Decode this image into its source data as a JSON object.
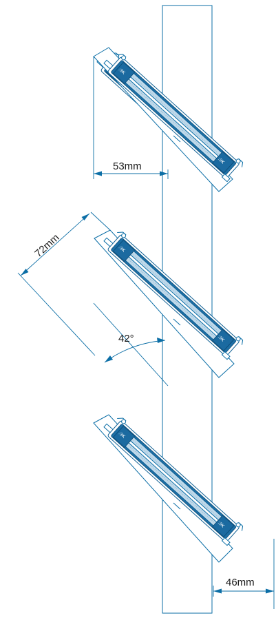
{
  "dimensions": {
    "upper_offset": "53mm",
    "middle_depth": "72mm",
    "tilt_angle": "42°",
    "lower_offset": "46mm"
  },
  "colors": {
    "line": "#0b6ea6",
    "panel_fill": "#1d6fa5",
    "panel_light": "#bfd9ea",
    "background": "#ffffff"
  }
}
